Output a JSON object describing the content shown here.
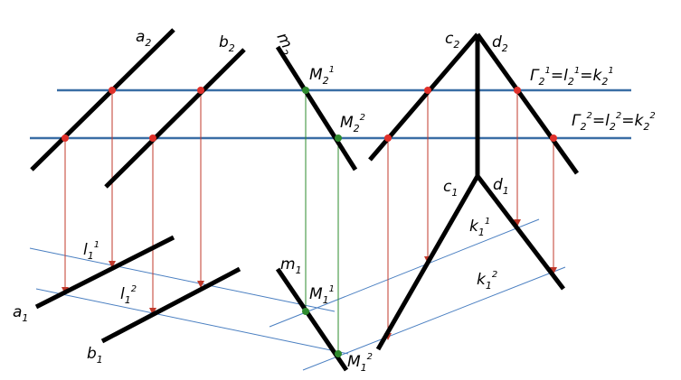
{
  "colors": {
    "background": "#ffffff",
    "object_line": "#000000",
    "plane_line": "#3a6ea5",
    "construction_line": "#c0392b",
    "helper_line": "#4a7fc1",
    "m_construction_line": "#2e8b2e",
    "point_red": "#e0302a",
    "point_green": "#2e8b2e"
  },
  "labels": {
    "a2": {
      "main": "a",
      "sub": "2",
      "sup": ""
    },
    "b2": {
      "main": "b",
      "sub": "2",
      "sup": ""
    },
    "m2": {
      "main": "m",
      "sub": "2",
      "sup": ""
    },
    "c2": {
      "main": "c",
      "sub": "2",
      "sup": ""
    },
    "d2": {
      "main": "d",
      "sub": "2",
      "sup": ""
    },
    "M2_1": {
      "main": "M",
      "sub": "2",
      "sup": "1"
    },
    "M2_2": {
      "main": "M",
      "sub": "2",
      "sup": "2"
    },
    "c1": {
      "main": "c",
      "sub": "1",
      "sup": ""
    },
    "d1": {
      "main": "d",
      "sub": "1",
      "sup": ""
    },
    "k1_1": {
      "main": "k",
      "sub": "1",
      "sup": "1"
    },
    "k1_2": {
      "main": "k",
      "sub": "1",
      "sup": "2"
    },
    "l1_1": {
      "main": "l",
      "sub": "1",
      "sup": "1"
    },
    "l1_2": {
      "main": "l",
      "sub": "1",
      "sup": "2"
    },
    "a1": {
      "main": "a",
      "sub": "1",
      "sup": ""
    },
    "b1": {
      "main": "b",
      "sub": "1",
      "sup": ""
    },
    "m1": {
      "main": "m",
      "sub": "1",
      "sup": ""
    },
    "M1_1": {
      "main": "M",
      "sub": "1",
      "sup": "1"
    },
    "M1_2": {
      "main": "M",
      "sub": "1",
      "sup": "2"
    }
  },
  "plane_equations": [
    {
      "main": "Γ",
      "sub": "2",
      "sup": "1",
      "eq1": "=",
      "l_main": "l",
      "l_sub": "2",
      "l_sup": "1",
      "eq2": "=",
      "k_main": "k",
      "k_sub": "2",
      "k_sup": "1"
    },
    {
      "main": "Γ",
      "sub": "2",
      "sup": "2",
      "eq1": "=",
      "l_main": "l",
      "l_sub": "2",
      "l_sup": "2",
      "eq2": "=",
      "k_main": "k",
      "k_sub": "2",
      "k_sup": "2"
    }
  ]
}
